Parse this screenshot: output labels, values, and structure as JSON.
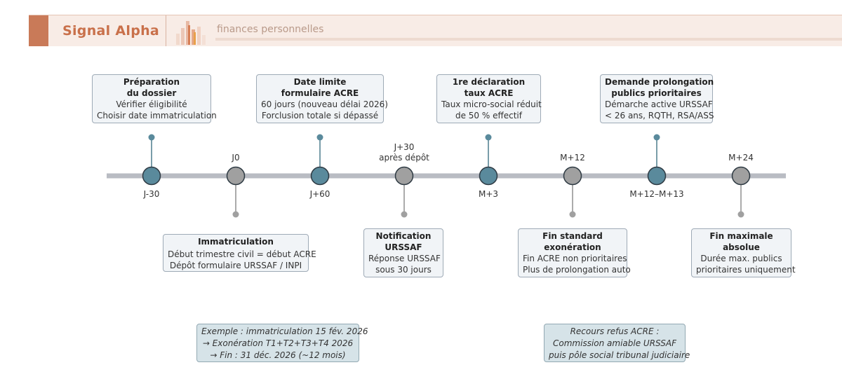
{
  "header": {
    "brand": "Signal Alpha",
    "tagline": "finances personnelles",
    "logo_icon": "bar-chart-logo-icon"
  },
  "colors": {
    "accent": "#c97a58",
    "teal_node": "#5a8a9c",
    "grey_node": "#a0a0a0",
    "axis": "#b9bcc3"
  },
  "milestones": [
    {
      "label": "J-30",
      "kind": "teal",
      "box_side": "above",
      "title": [
        "Préparation",
        "du dossier"
      ],
      "lines": [
        "Vérifier éligibilité",
        "Choisir date immatriculation"
      ]
    },
    {
      "label": "J0",
      "kind": "grey",
      "box_side": "below",
      "title": [
        "Immatriculation"
      ],
      "lines": [
        "Début trimestre civil = début ACRE",
        "Dépôt formulaire URSSAF / INPI"
      ]
    },
    {
      "label": "J+60",
      "kind": "teal",
      "box_side": "above",
      "title": [
        "Date limite",
        "formulaire ACRE"
      ],
      "lines": [
        "60 jours (nouveau délai 2026)",
        "Forclusion totale si dépassé"
      ]
    },
    {
      "label": "J+30\naprès dépôt",
      "kind": "grey",
      "box_side": "below",
      "title": [
        "Notification",
        "URSSAF"
      ],
      "lines": [
        "Réponse URSSAF",
        "sous 30 jours"
      ]
    },
    {
      "label": "M+3",
      "kind": "teal",
      "box_side": "above",
      "title": [
        "1re déclaration",
        "taux ACRE"
      ],
      "lines": [
        "Taux micro-social réduit",
        "de 50 % effectif"
      ]
    },
    {
      "label": "M+12",
      "kind": "grey",
      "box_side": "below",
      "title": [
        "Fin standard",
        "exonération"
      ],
      "lines": [
        "Fin ACRE non prioritaires",
        "Plus de prolongation auto"
      ]
    },
    {
      "label": "M+12–M+13",
      "kind": "teal",
      "box_side": "above",
      "title": [
        "Demande prolongation",
        "publics prioritaires"
      ],
      "lines": [
        "Démarche active URSSAF",
        "< 26 ans, RQTH, RSA/ASS"
      ]
    },
    {
      "label": "M+24",
      "kind": "grey",
      "box_side": "below",
      "title": [
        "Fin maximale",
        "absolue"
      ],
      "lines": [
        "Durée max. publics",
        "prioritaires uniquement"
      ]
    }
  ],
  "notes": [
    {
      "lines": [
        "Exemple : immatriculation 15 fév. 2026",
        "→ Exonération T1+T2+T3+T4 2026",
        "→ Fin : 31 déc. 2026 (~12 mois)"
      ]
    },
    {
      "lines": [
        "Recours refus ACRE :",
        "Commission amiable URSSAF",
        "puis pôle social tribunal judiciaire"
      ]
    }
  ]
}
